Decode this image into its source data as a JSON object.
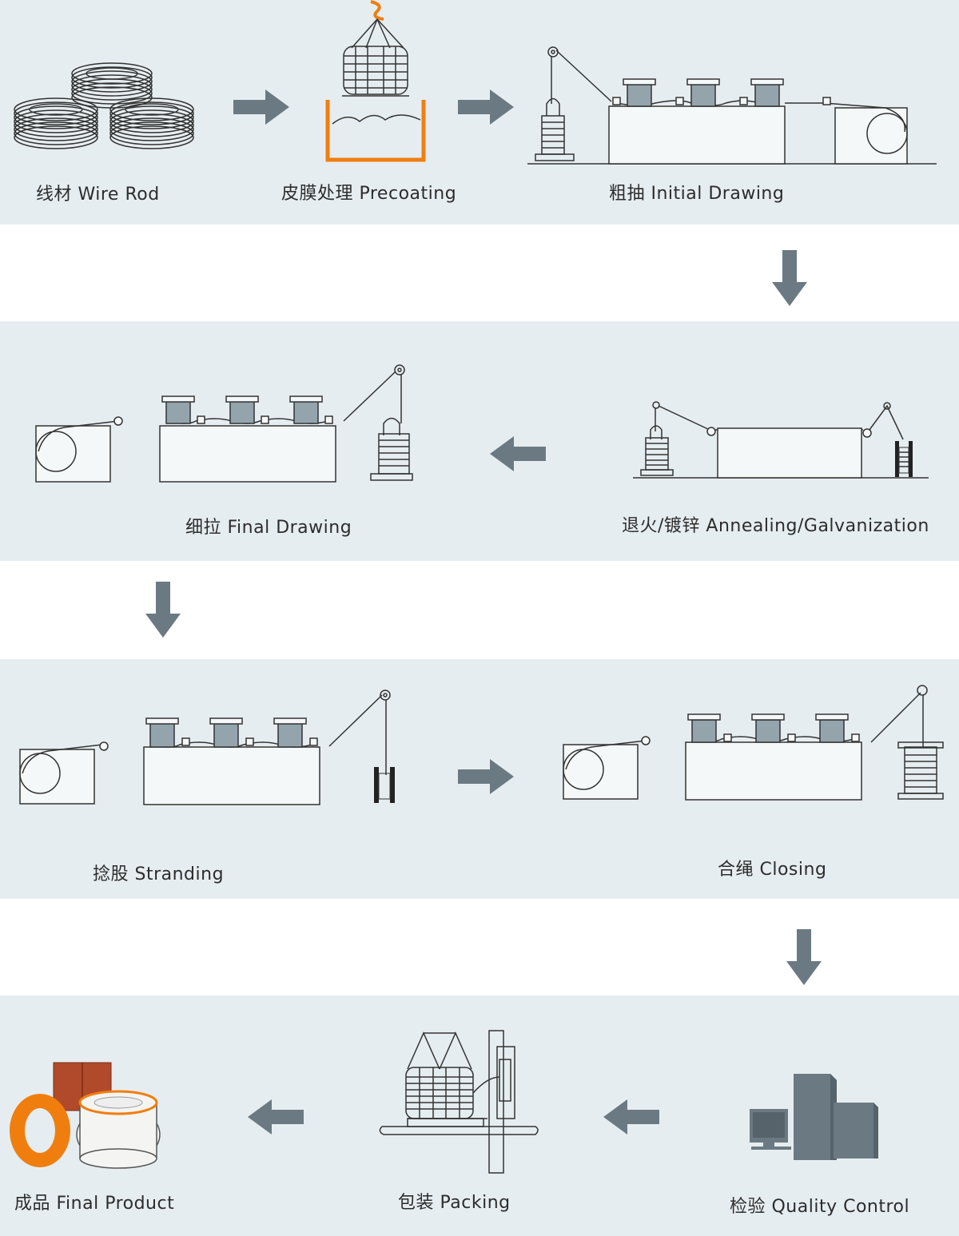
{
  "steps": {
    "wire_rod": "线材  Wire Rod",
    "precoating": "皮膜处理  Precoating",
    "initial_drawing": "粗抽  Initial Drawing",
    "annealing": "退火/镀锌  Annealing/Galvanization",
    "final_drawing": "细拉  Final Drawing",
    "stranding": "捻股  Stranding",
    "closing": "合绳 Closing",
    "final_product": "成品  Final Product",
    "packing": "包装  Packing",
    "quality_control": "检验  Quality Control"
  },
  "colors": {
    "band": "#e6edf0",
    "arrow": "#6b7a82",
    "accent_orange": "#f07e0f",
    "line": "#333333",
    "drum": "#93a4ad",
    "box_brown": "#b04a2a"
  },
  "icons": {
    "flow_arrow": "flow-arrow-icon"
  }
}
